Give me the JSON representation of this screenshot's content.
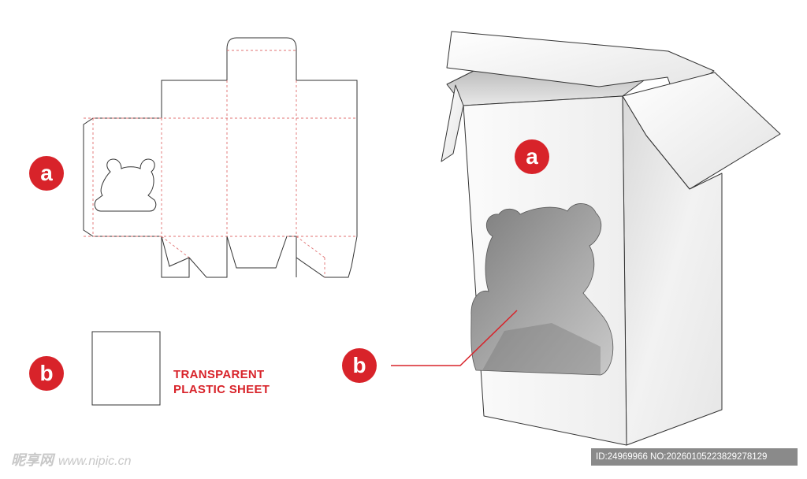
{
  "badges": {
    "a": "a",
    "b": "b"
  },
  "sheet_label": {
    "line1": "TRANSPARENT",
    "line2": "PLASTIC SHEET"
  },
  "watermark": {
    "brand": "昵享网",
    "site": "www.nipic.cn",
    "id_text": "ID:24969966 NO:20260105223829278129"
  },
  "colors": {
    "accent": "#d8232a",
    "line": "#333333",
    "fold_line": "#e07070",
    "window": "#8c8c8c"
  }
}
